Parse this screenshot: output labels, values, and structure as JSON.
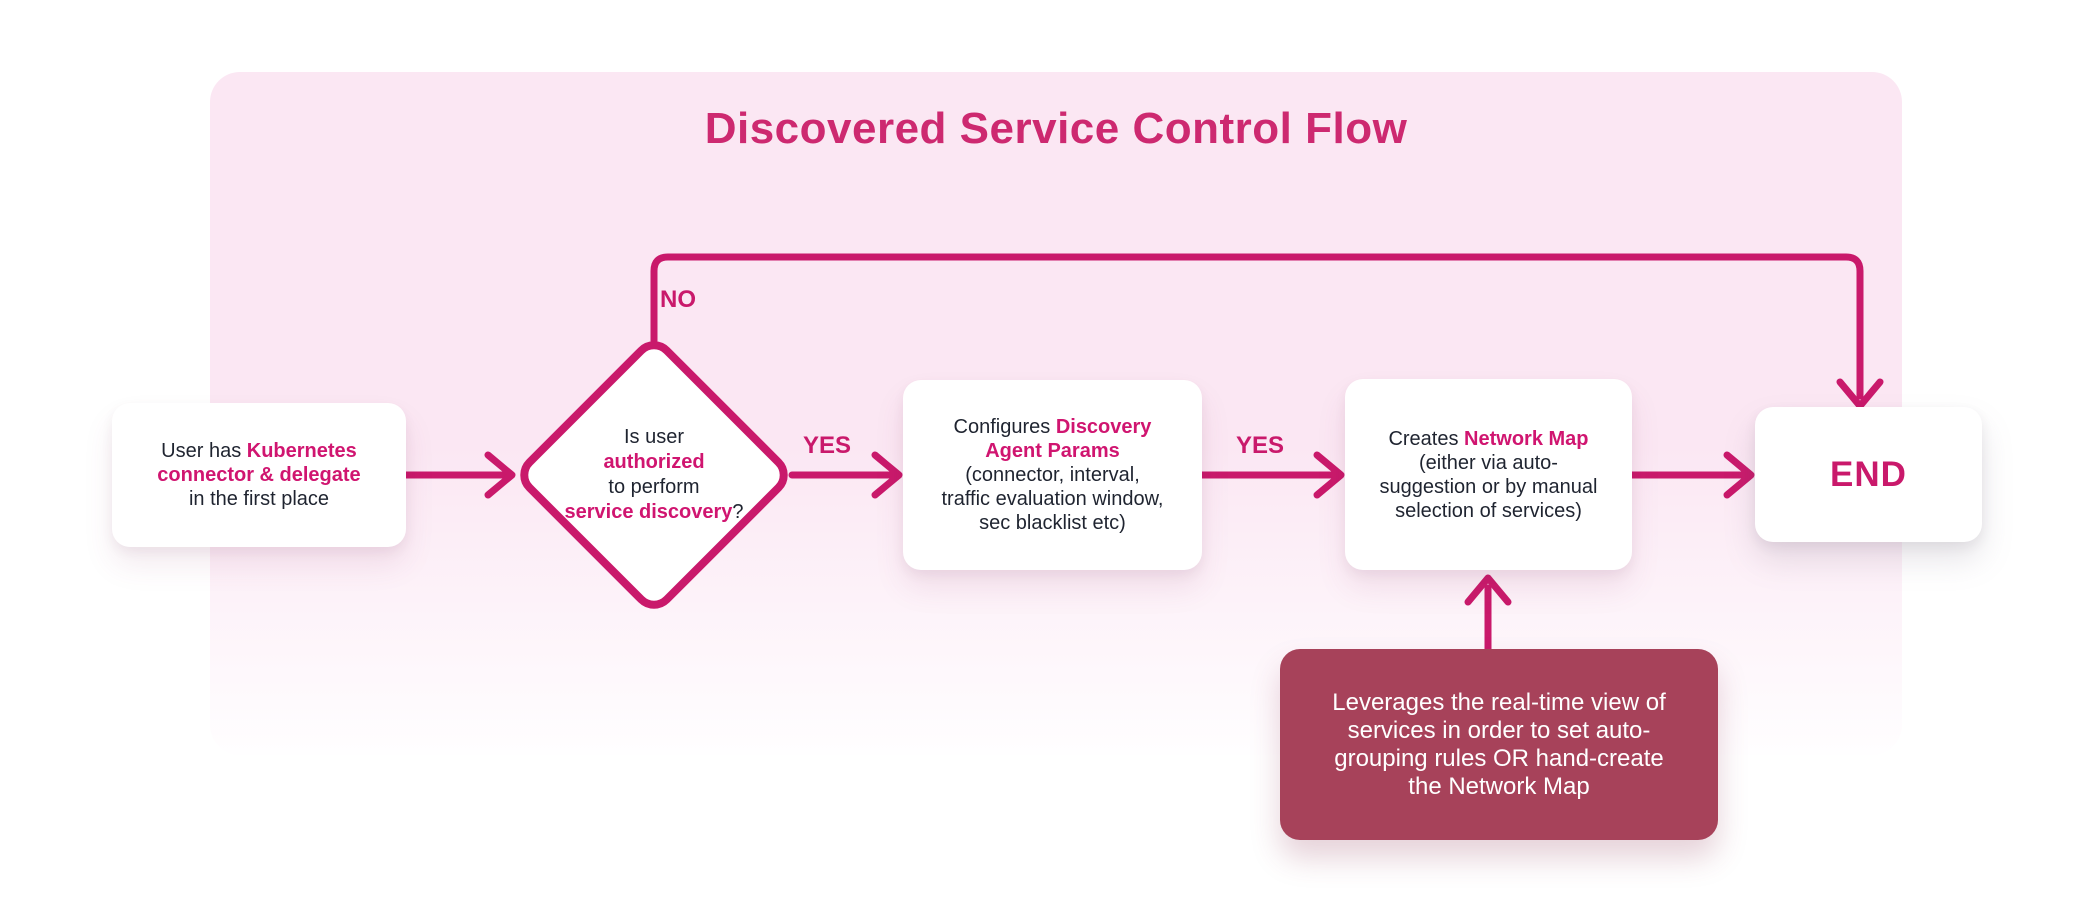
{
  "title": "Discovered Service Control Flow",
  "colors": {
    "accent": "#C9196B",
    "titlecolor": "#CD2970",
    "hl": "#D01570",
    "body": "#1F2430",
    "notebg": "#A7425A",
    "notetext": "#FFFFFF",
    "paneltop": "#FBE7F3",
    "panelbot": "#FFFEFF"
  },
  "labels": {
    "no": "NO",
    "yes_1": "YES",
    "yes_2": "YES"
  },
  "nodes": {
    "start": {
      "lines": [
        [
          {
            "t": "User has ",
            "em": 0
          },
          {
            "t": "Kubernetes",
            "em": 1
          }
        ],
        [
          {
            "t": "connector & delegate",
            "em": 1
          }
        ],
        [
          {
            "t": "in the first place",
            "em": 0
          }
        ]
      ]
    },
    "decision": {
      "lines": [
        [
          {
            "t": "Is user",
            "em": 0
          }
        ],
        [
          {
            "t": "authorized",
            "em": 1
          }
        ],
        [
          {
            "t": "to perform",
            "em": 0
          }
        ],
        [
          {
            "t": "service discovery",
            "em": 1
          },
          {
            "t": "?",
            "em": 0
          }
        ]
      ]
    },
    "configure": {
      "lines": [
        [
          {
            "t": "Configures ",
            "em": 0
          },
          {
            "t": "Discovery",
            "em": 1
          }
        ],
        [
          {
            "t": "Agent Params",
            "em": 1
          }
        ],
        [
          {
            "t": "(connector, interval,",
            "em": 0
          }
        ],
        [
          {
            "t": "traffic evaluation window,",
            "em": 0
          }
        ],
        [
          {
            "t": "sec blacklist etc)",
            "em": 0
          }
        ]
      ]
    },
    "create": {
      "lines": [
        [
          {
            "t": "Creates ",
            "em": 0
          },
          {
            "t": "Network Map",
            "em": 1
          }
        ],
        [
          {
            "t": "(either via auto-",
            "em": 0
          }
        ],
        [
          {
            "t": "suggestion or by manual",
            "em": 0
          }
        ],
        [
          {
            "t": "selection of services)",
            "em": 0
          }
        ]
      ]
    },
    "end": {
      "label": "END"
    },
    "note": {
      "lines": [
        [
          {
            "t": "Leverages the real-time view of",
            "em": 0
          }
        ],
        [
          {
            "t": "services in order to set auto-",
            "em": 0
          }
        ],
        [
          {
            "t": "grouping rules OR hand-create",
            "em": 0
          }
        ],
        [
          {
            "t": "the Network Map",
            "em": 0
          }
        ]
      ]
    }
  }
}
